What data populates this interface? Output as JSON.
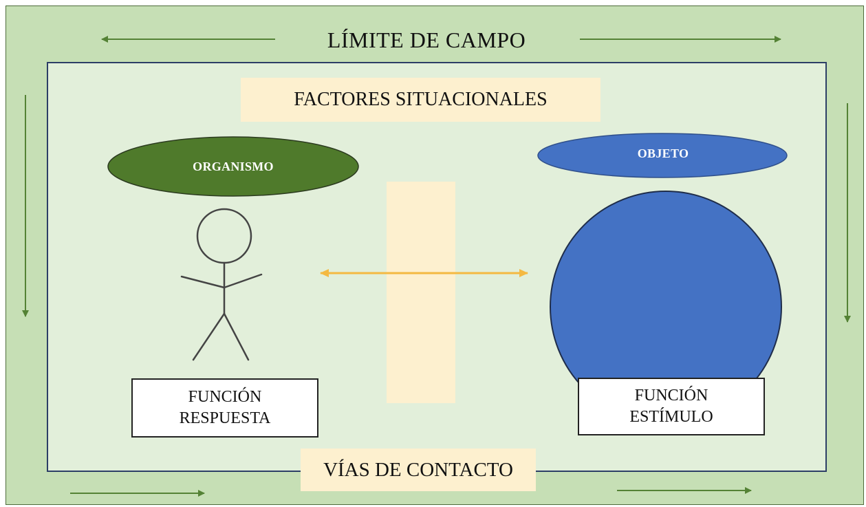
{
  "diagram": {
    "title": "LÍMITE DE CAMPO",
    "situational_factors": "FACTORES SITUACIONALES",
    "contact_paths": "VÍAS DE CONTACTO",
    "organism": {
      "label": "ORGANISMO",
      "function_line1": "FUNCIÓN",
      "function_line2": "RESPUESTA"
    },
    "object": {
      "label": "OBJETO",
      "function_line1": "FUNCIÓN",
      "function_line2": "ESTÍMULO"
    }
  },
  "colors": {
    "outer_field": "#c6dfb5",
    "inner_field": "#e2efda",
    "inner_border": "#2c3e66",
    "green_arrow": "#548235",
    "organism_ellipse": "#4f7a2b",
    "object_blue": "#4472c4",
    "contact_arrow": "#f4b942",
    "cream_box": "#fdf0cf"
  }
}
